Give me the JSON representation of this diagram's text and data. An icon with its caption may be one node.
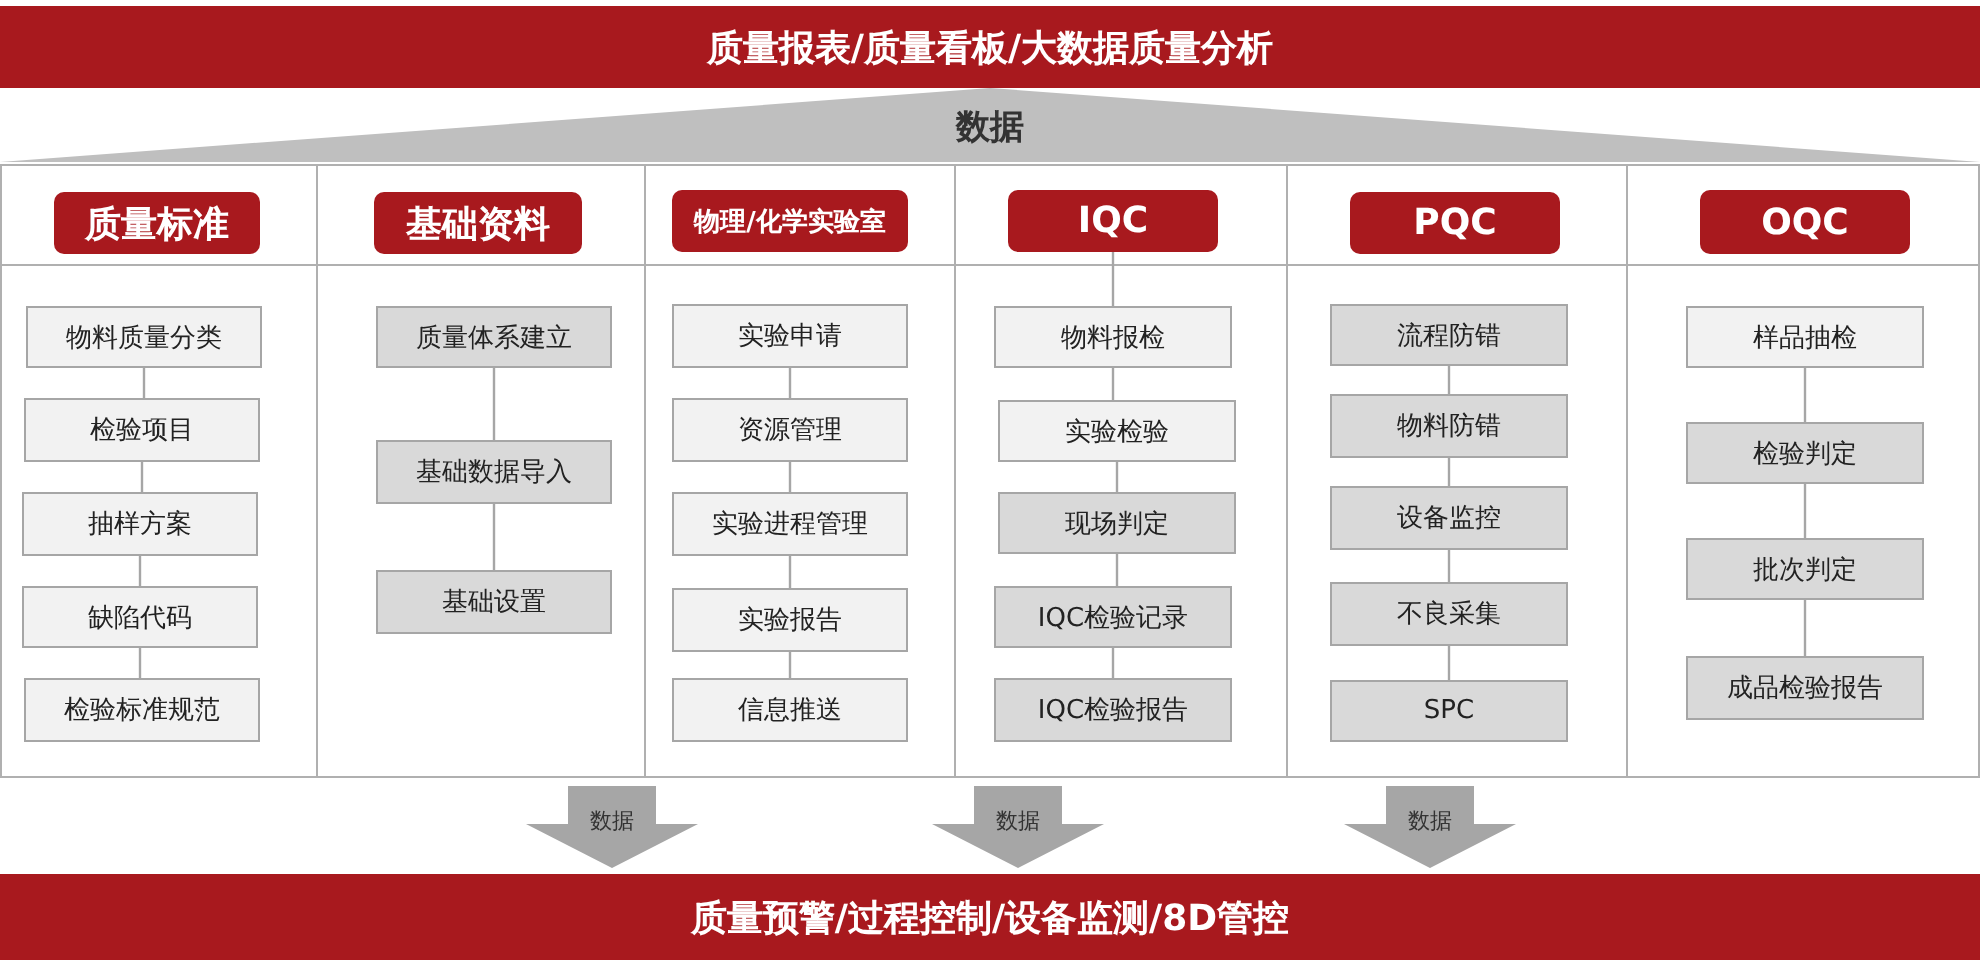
{
  "diagram": {
    "nodes": [
      {
        "text": [
          "质量报表/质量看板/大数据质量分析"
        ]
      },
      {
        "text": [
          "数据"
        ]
      },
      {
        "text": [
          "质量标准"
        ]
      },
      {
        "text": [
          "物料质量分类"
        ]
      },
      {
        "text": [
          "检验项目"
        ]
      },
      {
        "text": [
          "抽样方案"
        ]
      },
      {
        "text": [
          "缺陷代码"
        ]
      },
      {
        "text": [
          "检验标准规范"
        ]
      },
      {
        "text": [
          "基础资料"
        ]
      },
      {
        "text": [
          "质量体系建立"
        ]
      },
      {
        "text": [
          "基础数据导入"
        ]
      },
      {
        "text": [
          "基础设置"
        ]
      },
      {
        "text": [
          "物理/化学实验室"
        ]
      },
      {
        "text": [
          "实验申请"
        ]
      },
      {
        "text": [
          "资源管理"
        ]
      },
      {
        "text": [
          "实验进程管理"
        ]
      },
      {
        "text": [
          "实验报告"
        ]
      },
      {
        "text": [
          "信息推送"
        ]
      },
      {
        "text": [
          "IQC"
        ]
      },
      {
        "text": [
          "物料报检"
        ]
      },
      {
        "text": [
          "实验检验"
        ]
      },
      {
        "text": [
          "现场判定"
        ]
      },
      {
        "text": [
          "IQC检验记录"
        ]
      },
      {
        "text": [
          "IQC检验报告"
        ]
      },
      {
        "text": [
          "PQC"
        ]
      },
      {
        "text": [
          "流程防错"
        ]
      },
      {
        "text": [
          "物料防错"
        ]
      },
      {
        "text": [
          "设备监控"
        ]
      },
      {
        "text": [
          "不良采集"
        ]
      },
      {
        "text": [
          "SPC"
        ]
      },
      {
        "text": [
          "OQC"
        ]
      },
      {
        "text": [
          "样品抽检"
        ]
      },
      {
        "text": [
          "检验判定"
        ]
      },
      {
        "text": [
          "批次判定"
        ]
      },
      {
        "text": [
          "成品检验报告"
        ]
      },
      {
        "text": [
          "质量预警/过程控制/设备监测/8D管控"
        ]
      }
    ],
    "edges": [
      {
        "from": 3,
        "to": 4,
        "arrow": "none"
      },
      {
        "from": 4,
        "to": 5,
        "arrow": "none"
      },
      {
        "from": 5,
        "to": 6,
        "arrow": "none"
      },
      {
        "from": 6,
        "to": 7,
        "arrow": "none"
      },
      {
        "from": 9,
        "to": 10,
        "arrow": "none"
      },
      {
        "from": 10,
        "to": 11,
        "arrow": "none"
      },
      {
        "from": 13,
        "to": 14,
        "arrow": "none"
      },
      {
        "from": 14,
        "to": 15,
        "arrow": "none"
      },
      {
        "from": 15,
        "to": 16,
        "arrow": "none"
      },
      {
        "from": 16,
        "to": 17,
        "arrow": "none"
      },
      {
        "from": 18,
        "to": 19,
        "arrow": "none"
      },
      {
        "from": 19,
        "to": 20,
        "arrow": "none"
      },
      {
        "from": 20,
        "to": 21,
        "arrow": "none"
      },
      {
        "from": 21,
        "to": 22,
        "arrow": "none"
      },
      {
        "from": 22,
        "to": 23,
        "arrow": "none"
      },
      {
        "from": 25,
        "to": 26,
        "arrow": "none"
      },
      {
        "from": 26,
        "to": 27,
        "arrow": "none"
      },
      {
        "from": 27,
        "to": 28,
        "arrow": "none"
      },
      {
        "from": 28,
        "to": 29,
        "arrow": "none"
      },
      {
        "from": 31,
        "to": 32,
        "arrow": "none"
      },
      {
        "from": 32,
        "to": 33,
        "arrow": "none"
      },
      {
        "from": 33,
        "to": 34,
        "arrow": "none"
      },
      {
        "from": null,
        "to": 35,
        "arrow": "to",
        "label": "数据",
        "style": "thick"
      },
      {
        "from": null,
        "to": 35,
        "arrow": "to",
        "label": "数据",
        "style": "thick"
      },
      {
        "from": null,
        "to": 35,
        "arrow": "to",
        "label": "数据",
        "style": "thick"
      }
    ]
  }
}
